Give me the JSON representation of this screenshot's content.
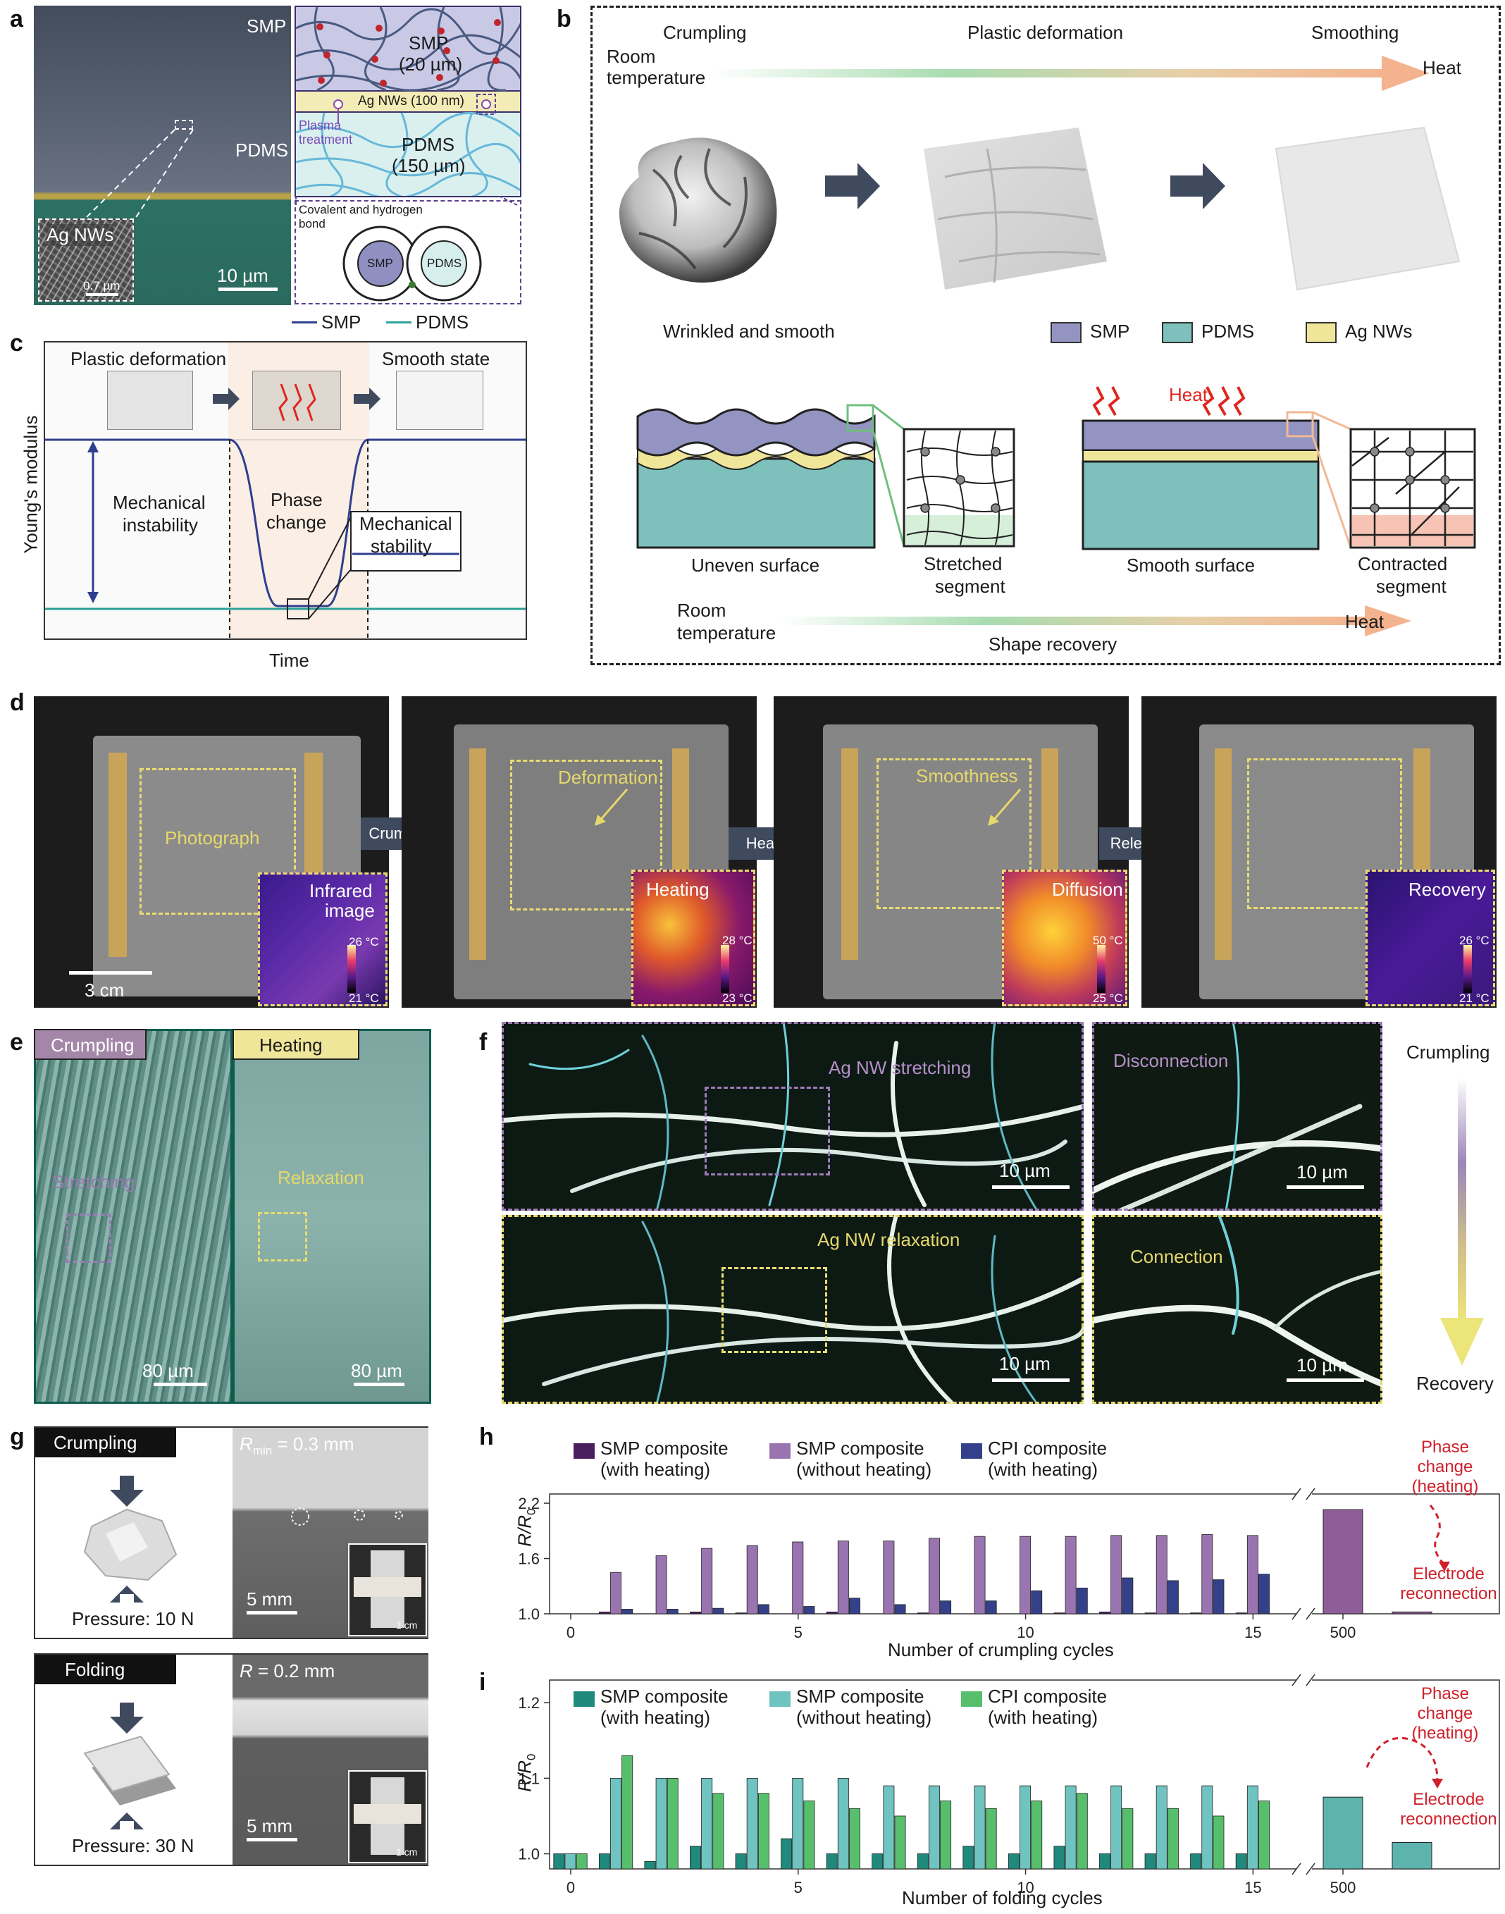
{
  "panels": {
    "a": "a",
    "b": "b",
    "c": "c",
    "d": "d",
    "e": "e",
    "f": "f",
    "g": "g",
    "h": "h",
    "i": "i"
  },
  "a": {
    "sem_smp": "SMP",
    "sem_pdms": "PDMS",
    "inset": "Ag NWs",
    "inset_scale": "0.7 µm",
    "scale": "10 µm",
    "sch_smp": "SMP",
    "sch_smp_t": "(20 µm)",
    "sch_ag": "Ag NWs (100 nm)",
    "sch_plasma1": "Plasma",
    "sch_plasma2": "treatment",
    "sch_pdms": "PDMS",
    "sch_pdms_t": "(150 µm)",
    "bond1": "Covalent and hydrogen",
    "bond2": "bond",
    "circle_smp": "SMP",
    "circle_pdms": "PDMS",
    "legend_smp": "SMP",
    "legend_pdms": "PDMS",
    "colors": {
      "smp": "#9394c2",
      "pdms": "#7dc0bc",
      "ag": "#efe69a",
      "legend_smp": "#2f3f8f",
      "legend_pdms": "#2aa198"
    }
  },
  "b": {
    "top_step1": "Crumpling",
    "top_step2": "Plastic deformation",
    "top_step3": "Smoothing",
    "room1": "Room",
    "room2": "temperature",
    "heat": "Heat",
    "wrinkled": "Wrinkled and smooth",
    "leg_smp": "SMP",
    "leg_pdms": "PDMS",
    "leg_ag": "Ag NWs",
    "heat_label": "Heat",
    "uneven": "Uneven surface",
    "stretched1": "Stretched",
    "stretched2": "segment",
    "smooth": "Smooth surface",
    "contracted1": "Contracted",
    "contracted2": "segment",
    "bot_room1": "Room",
    "bot_room2": "temperature",
    "shape_recovery": "Shape recovery",
    "bot_heat": "Heat"
  },
  "c": {
    "plastic": "Plastic deformation",
    "smooth_state": "Smooth state",
    "ylabel": "Young's modulus",
    "mech_instab1": "Mechanical",
    "mech_instab2": "instability",
    "phase1": "Phase",
    "phase2": "change",
    "mech_stab1": "Mechanical",
    "mech_stab2": "stability",
    "xlabel": "Time"
  },
  "d": {
    "photograph": "Photograph",
    "infrared1": "Infrared",
    "infrared2": "image",
    "scale": "3 cm",
    "temp1_hi": "26 °C",
    "temp1_lo": "21 °C",
    "crumple": "Crumple",
    "deformation": "Deformation",
    "heating": "Heating",
    "temp2_hi": "28 °C",
    "temp2_lo": "23 °C",
    "heat": "Heat",
    "smoothness": "Smoothness",
    "diffusion": "Diffusion",
    "temp3_hi": "50 °C",
    "temp3_lo": "25 °C",
    "release": "Release",
    "recovery": "Recovery",
    "temp4_hi": "26 °C",
    "temp4_lo": "21 °C"
  },
  "e": {
    "crumpling": "Crumpling",
    "heating": "Heating",
    "stretching": "Stretching",
    "relaxation": "Relaxation",
    "scale1": "80 µm",
    "scale2": "80 µm"
  },
  "f": {
    "stretching": "Ag NW  stretching",
    "disconnection": "Disconnection",
    "relaxation": "Ag NW relaxation",
    "connection": "Connection",
    "scale": "10 µm",
    "crumpling": "Crumpling",
    "recovery": "Recovery"
  },
  "g": {
    "crumpling": "Crumpling",
    "rmin_sym": "R",
    "rmin_sub": "min",
    "rmin_val": " = 0.3 mm",
    "pressure1": "Pressure: 10 N",
    "scale1": "5 mm",
    "inset1": "1 cm",
    "folding": "Folding",
    "r_sym": "R",
    "r_val": " = 0.2 mm",
    "pressure2": "Pressure: 30 N",
    "scale2": "5 mm",
    "inset2": "1 cm"
  },
  "h": {
    "ylabel_sym": "R/R",
    "ylabel_sub": "0",
    "xlabel": "Number of crumpling cycles",
    "leg1a": "SMP composite",
    "leg1b": "(with heating)",
    "leg2a": "SMP composite",
    "leg2b": "(without heating)",
    "leg3a": "CPI composite",
    "leg3b": "(with heating)",
    "ann1": "Phase",
    "ann2": "change",
    "ann3": "(heating)",
    "ann4": "Electrode",
    "ann5": "reconnection"
  },
  "i": {
    "ylabel_sym": "R/R",
    "ylabel_sub": "0",
    "xlabel": "Number of folding cycles",
    "leg1a": "SMP composite",
    "leg1b": "(with heating)",
    "leg2a": "SMP composite",
    "leg2b": "(without heating)",
    "leg3a": "CPI composite",
    "leg3b": "(with heating)",
    "ann1": "Phase",
    "ann2": "change",
    "ann3": "(heating)",
    "ann4": "Electrode",
    "ann5": "reconnection"
  },
  "chart_data": [
    {
      "type": "bar",
      "panel": "h",
      "xlabel": "Number of crumpling cycles",
      "ylabel": "R/R0",
      "ylim": [
        1.0,
        2.3
      ],
      "yticks": [
        1.0,
        1.6,
        2.2
      ],
      "xticks": [
        0,
        5,
        10,
        15
      ],
      "categories": [
        0,
        1,
        2,
        3,
        4,
        5,
        6,
        7,
        8,
        9,
        10,
        11,
        12,
        13,
        14,
        15
      ],
      "series": [
        {
          "name": "SMP composite (with heating)",
          "color": "#4b1f5e",
          "values": [
            1.0,
            1.02,
            1.0,
            1.02,
            1.01,
            1.0,
            1.02,
            1.0,
            1.01,
            1.0,
            1.0,
            1.01,
            1.02,
            1.01,
            1.01,
            1.01
          ]
        },
        {
          "name": "SMP composite (without heating)",
          "color": "#9a74b0",
          "values": [
            1.0,
            1.45,
            1.63,
            1.71,
            1.74,
            1.78,
            1.79,
            1.79,
            1.82,
            1.84,
            1.84,
            1.84,
            1.85,
            1.85,
            1.86,
            1.85
          ]
        },
        {
          "name": "CPI composite (with heating)",
          "color": "#34418a",
          "values": [
            1.0,
            1.05,
            1.05,
            1.06,
            1.1,
            1.08,
            1.17,
            1.1,
            1.14,
            1.14,
            1.25,
            1.28,
            1.39,
            1.36,
            1.37,
            1.43
          ]
        }
      ],
      "break_category": 500,
      "break_values": [
        {
          "label": "500",
          "value": 2.13,
          "color": "#8f5d98"
        },
        {
          "value": 1.02,
          "color": "#8f5d98"
        }
      ]
    },
    {
      "type": "bar",
      "panel": "i",
      "xlabel": "Number of folding cycles",
      "ylabel": "R/R0",
      "ylim": [
        0.98,
        1.23
      ],
      "yticks": [
        1.0,
        1.1,
        1.2
      ],
      "xticks": [
        0,
        5,
        10,
        15
      ],
      "categories": [
        0,
        1,
        2,
        3,
        4,
        5,
        6,
        7,
        8,
        9,
        10,
        11,
        12,
        13,
        14,
        15
      ],
      "series": [
        {
          "name": "SMP composite (with heating)",
          "color": "#1f8a7c",
          "values": [
            1.0,
            1.0,
            0.99,
            1.01,
            1.0,
            1.02,
            1.0,
            1.0,
            1.0,
            1.01,
            1.0,
            1.01,
            1.0,
            1.0,
            1.0,
            1.0
          ]
        },
        {
          "name": "SMP composite (without heating)",
          "color": "#6fc3c0",
          "values": [
            1.0,
            1.1,
            1.1,
            1.1,
            1.1,
            1.1,
            1.1,
            1.09,
            1.09,
            1.09,
            1.09,
            1.09,
            1.09,
            1.09,
            1.09,
            1.09
          ]
        },
        {
          "name": "CPI composite (with heating)",
          "color": "#57bf6c",
          "values": [
            1.0,
            1.13,
            1.1,
            1.08,
            1.08,
            1.07,
            1.06,
            1.05,
            1.07,
            1.06,
            1.07,
            1.08,
            1.06,
            1.06,
            1.05,
            1.07
          ]
        }
      ],
      "break_category": 500,
      "break_values": [
        {
          "label": "500",
          "value": 1.075,
          "color": "#5db3ad"
        },
        {
          "value": 1.015,
          "color": "#5db3ad"
        }
      ]
    }
  ]
}
